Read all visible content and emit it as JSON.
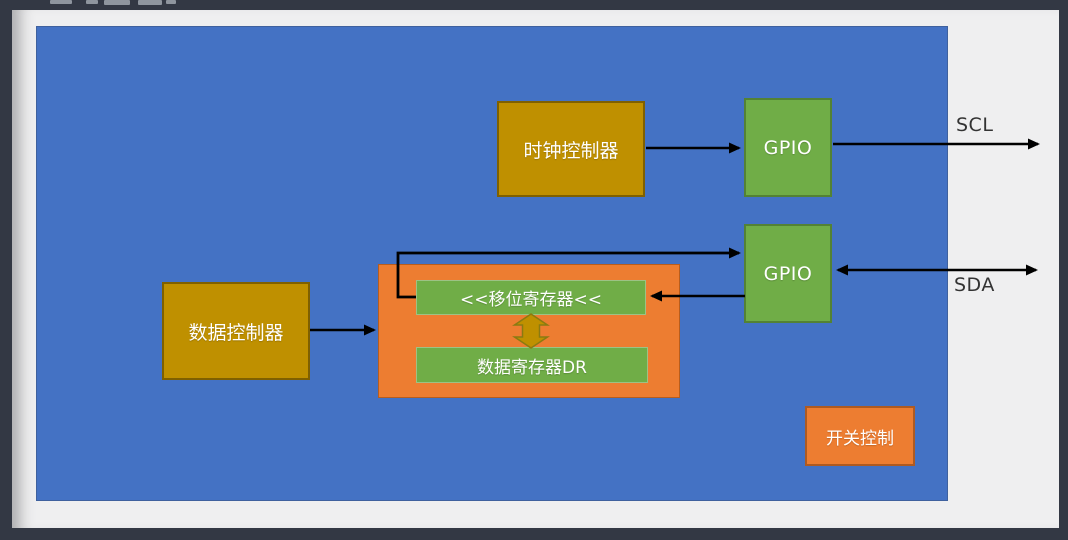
{
  "colors": {
    "frame": "#333844",
    "panel": "#efeff0",
    "canvas_blue": "#4472c4",
    "canvas_border": "#3f619e",
    "gold": "#bf9000",
    "gold_border": "#7f6000",
    "green": "#70ad47",
    "green_border": "#538234",
    "orange": "#ed7d31",
    "orange_border": "#ae5a21",
    "arrow": "#000000"
  },
  "diagram": {
    "blocks": {
      "clock_controller": {
        "label": "时钟控制器"
      },
      "gpio_scl": {
        "label": "GPIO"
      },
      "gpio_sda": {
        "label": "GPIO"
      },
      "data_controller": {
        "label": "数据控制器"
      },
      "shift_register": {
        "label": "<<移位寄存器<<"
      },
      "data_register": {
        "label": "数据寄存器DR"
      },
      "switch_control": {
        "label": "开关控制"
      }
    },
    "signals": {
      "scl": "SCL",
      "sda": "SDA"
    }
  }
}
